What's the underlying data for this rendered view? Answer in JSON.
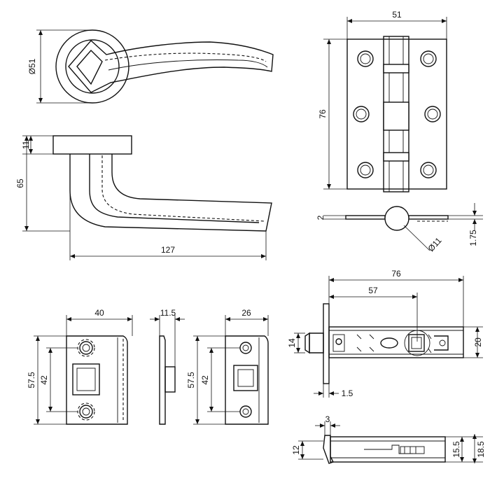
{
  "dimensions": {
    "rose_diameter": "Ø51",
    "rose_thickness": "11",
    "lever_height": "65",
    "lever_length": "127",
    "hinge_width": "51",
    "hinge_height": "76",
    "hinge_leaf_thickness": "2",
    "hinge_knuckle_diameter": "Ø11",
    "hinge_washer": "1.75",
    "strike_a_width": "40",
    "strike_a_height": "57.5",
    "strike_a_holes": "42",
    "strike_side_thickness": "11.5",
    "strike_b_width": "26",
    "strike_b_height": "57.5",
    "strike_b_holes": "42",
    "latch_length": "76",
    "latch_backset": "57",
    "latch_bolt_height": "14",
    "latch_case_height": "20",
    "latch_plate_thickness": "1.5",
    "latch_bolt_projection": "3",
    "latch_bottom_bolt": "12",
    "latch_forend_a": "15.5",
    "latch_forend_b": "18.5"
  }
}
